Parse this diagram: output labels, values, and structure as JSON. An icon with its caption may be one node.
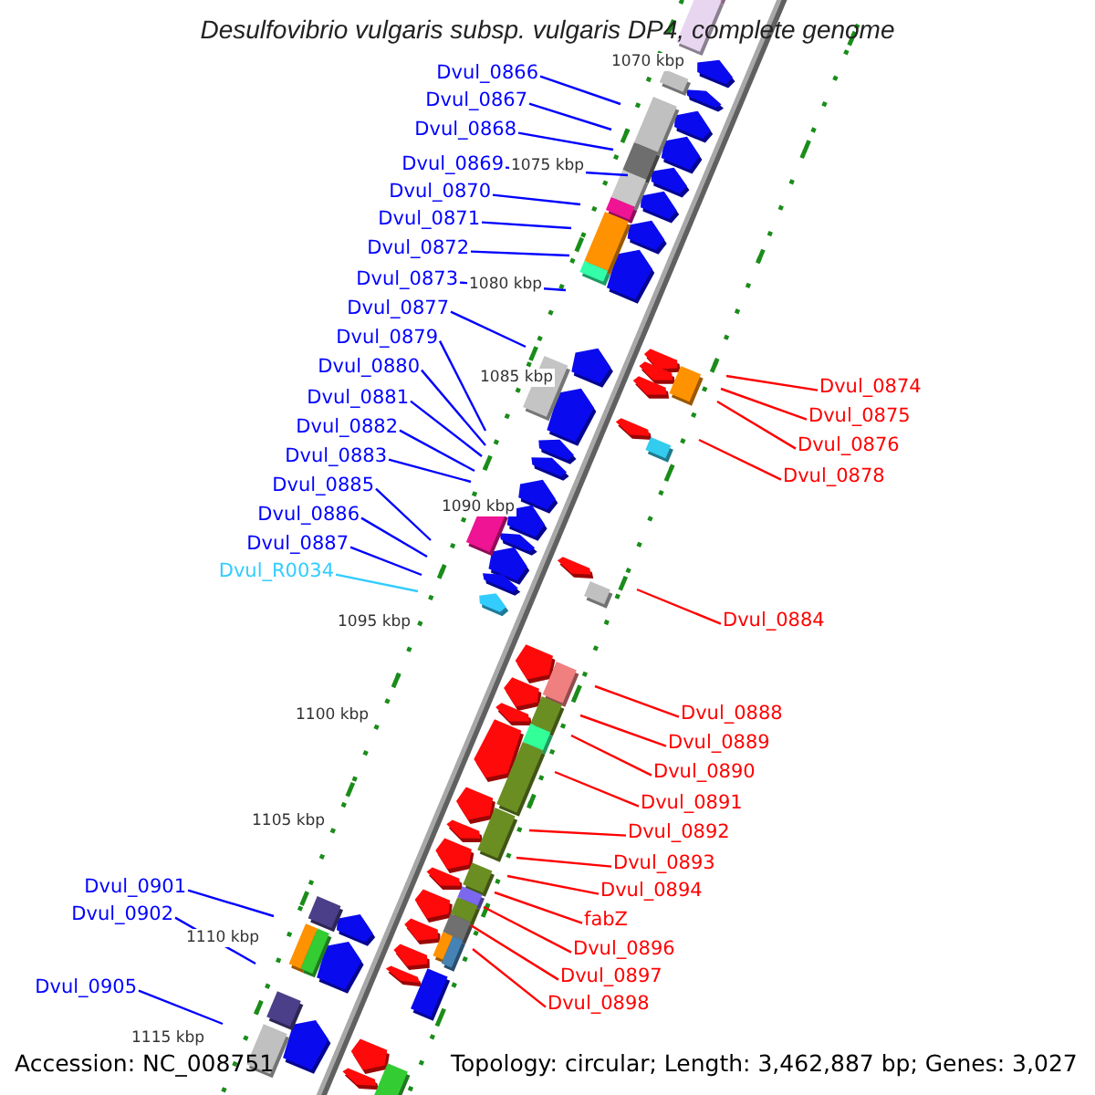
{
  "diagram": {
    "title": "Desulfovibrio vulgaris subsp. vulgaris DP4, complete genome",
    "nodes": [
      {
        "text": [
          "Dvul_0866"
        ]
      },
      {
        "text": [
          "Dvul_0867"
        ]
      },
      {
        "text": [
          "Dvul_0868"
        ]
      },
      {
        "text": [
          "Dvul_0869"
        ]
      },
      {
        "text": [
          "Dvul_0870"
        ]
      },
      {
        "text": [
          "Dvul_0871"
        ]
      },
      {
        "text": [
          "Dvul_0872"
        ]
      },
      {
        "text": [
          "Dvul_0873"
        ]
      },
      {
        "text": [
          "Dvul_0877"
        ]
      },
      {
        "text": [
          "Dvul_0879"
        ]
      },
      {
        "text": [
          "Dvul_0880"
        ]
      },
      {
        "text": [
          "Dvul_0881"
        ]
      },
      {
        "text": [
          "Dvul_0882"
        ]
      },
      {
        "text": [
          "Dvul_0883"
        ]
      },
      {
        "text": [
          "Dvul_0885"
        ]
      },
      {
        "text": [
          "Dvul_0886"
        ]
      },
      {
        "text": [
          "Dvul_0887"
        ]
      },
      {
        "text": [
          "Dvul_R0034"
        ]
      },
      {
        "text": [
          "Dvul_0901"
        ]
      },
      {
        "text": [
          "Dvul_0902"
        ]
      },
      {
        "text": [
          "Dvul_0905"
        ]
      },
      {
        "text": [
          "Dvul_0874"
        ]
      },
      {
        "text": [
          "Dvul_0875"
        ]
      },
      {
        "text": [
          "Dvul_0876"
        ]
      },
      {
        "text": [
          "Dvul_0878"
        ]
      },
      {
        "text": [
          "Dvul_0884"
        ]
      },
      {
        "text": [
          "Dvul_0888"
        ]
      },
      {
        "text": [
          "Dvul_0889"
        ]
      },
      {
        "text": [
          "Dvul_0890"
        ]
      },
      {
        "text": [
          "Dvul_0891"
        ]
      },
      {
        "text": [
          "Dvul_0892"
        ]
      },
      {
        "text": [
          "Dvul_0893"
        ]
      },
      {
        "text": [
          "Dvul_0894"
        ]
      },
      {
        "text": [
          "fabZ"
        ]
      },
      {
        "text": [
          "Dvul_0896"
        ]
      },
      {
        "text": [
          "Dvul_0897"
        ]
      },
      {
        "text": [
          "Dvul_0898"
        ]
      }
    ],
    "edges": [
      {
        "from": 0,
        "to": null,
        "arrow": "none"
      },
      {
        "from": 1,
        "to": null,
        "arrow": "none"
      },
      {
        "from": 2,
        "to": null,
        "arrow": "none"
      },
      {
        "from": 3,
        "to": null,
        "arrow": "none"
      },
      {
        "from": 4,
        "to": null,
        "arrow": "none"
      },
      {
        "from": 5,
        "to": null,
        "arrow": "none"
      },
      {
        "from": 6,
        "to": null,
        "arrow": "none"
      },
      {
        "from": 7,
        "to": null,
        "arrow": "none"
      },
      {
        "from": 8,
        "to": null,
        "arrow": "none"
      },
      {
        "from": 9,
        "to": null,
        "arrow": "none"
      },
      {
        "from": 10,
        "to": null,
        "arrow": "none"
      },
      {
        "from": 11,
        "to": null,
        "arrow": "none"
      },
      {
        "from": 12,
        "to": null,
        "arrow": "none"
      },
      {
        "from": 13,
        "to": null,
        "arrow": "none"
      },
      {
        "from": 14,
        "to": null,
        "arrow": "none"
      },
      {
        "from": 15,
        "to": null,
        "arrow": "none"
      },
      {
        "from": 16,
        "to": null,
        "arrow": "none"
      },
      {
        "from": 17,
        "to": null,
        "arrow": "none",
        "color": "#33ccff"
      },
      {
        "from": 18,
        "to": null,
        "arrow": "none"
      },
      {
        "from": 19,
        "to": null,
        "arrow": "none"
      },
      {
        "from": 20,
        "to": null,
        "arrow": "none"
      },
      {
        "from": 21,
        "to": null,
        "arrow": "none",
        "color": "#ff0000"
      },
      {
        "from": 22,
        "to": null,
        "arrow": "none",
        "color": "#ff0000"
      },
      {
        "from": 23,
        "to": null,
        "arrow": "none",
        "color": "#ff0000"
      },
      {
        "from": 24,
        "to": null,
        "arrow": "none",
        "color": "#ff0000"
      },
      {
        "from": 25,
        "to": null,
        "arrow": "none",
        "color": "#ff0000"
      },
      {
        "from": 26,
        "to": null,
        "arrow": "none",
        "color": "#ff0000"
      },
      {
        "from": 27,
        "to": null,
        "arrow": "none",
        "color": "#ff0000"
      },
      {
        "from": 28,
        "to": null,
        "arrow": "none",
        "color": "#ff0000"
      },
      {
        "from": 29,
        "to": null,
        "arrow": "none",
        "color": "#ff0000"
      },
      {
        "from": 30,
        "to": null,
        "arrow": "none",
        "color": "#ff0000"
      },
      {
        "from": 31,
        "to": null,
        "arrow": "none",
        "color": "#ff0000"
      },
      {
        "from": 32,
        "to": null,
        "arrow": "none",
        "color": "#ff0000"
      },
      {
        "from": 33,
        "to": null,
        "arrow": "none",
        "color": "#ff0000"
      },
      {
        "from": 34,
        "to": null,
        "arrow": "none",
        "color": "#ff0000"
      },
      {
        "from": 35,
        "to": null,
        "arrow": "none",
        "color": "#ff0000"
      },
      {
        "from": 36,
        "to": null,
        "arrow": "none",
        "color": "#ff0000"
      }
    ],
    "labels": [
      "1070 kbp",
      "1075 kbp",
      "1080 kbp",
      "1085 kbp",
      "1090 kbp",
      "1095 kbp",
      "1100 kbp",
      "1105 kbp",
      "1110 kbp",
      "1115 kbp",
      "Accession: NC_008751",
      "Topology: circular; Length: 3,462,887 bp; Genes: 3,027"
    ]
  }
}
